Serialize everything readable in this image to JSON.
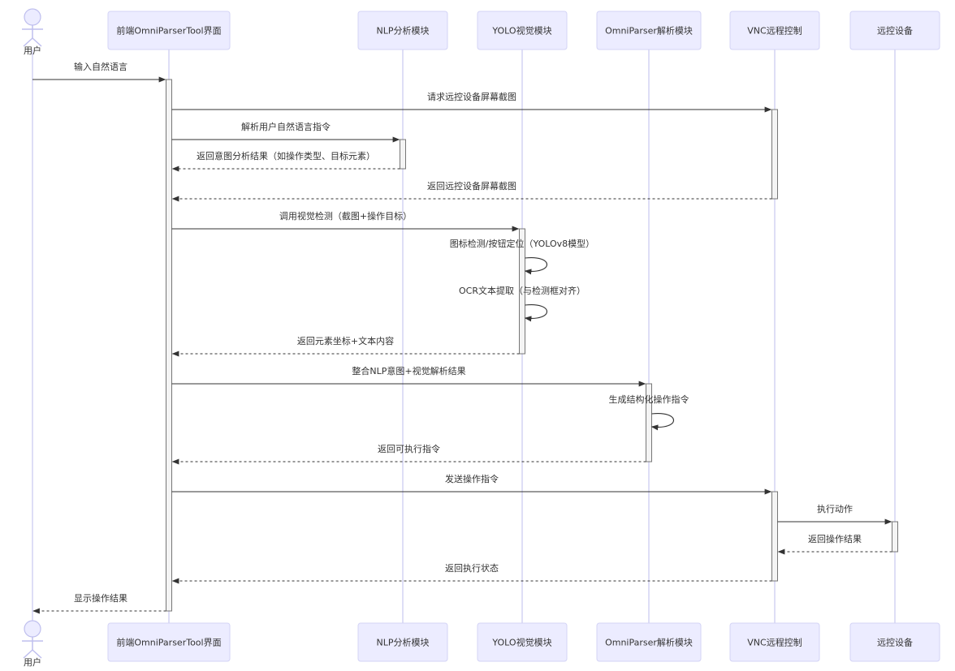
{
  "participants": [
    {
      "id": "user",
      "label": "用户",
      "kind": "actor"
    },
    {
      "id": "frontend",
      "label": "前端OmniParserTool界面",
      "kind": "box"
    },
    {
      "id": "nlp",
      "label": "NLP分析模块",
      "kind": "box"
    },
    {
      "id": "yolo",
      "label": "YOLO视觉模块",
      "kind": "box"
    },
    {
      "id": "omni",
      "label": "OmniParser解析模块",
      "kind": "box"
    },
    {
      "id": "vnc",
      "label": "VNC远程控制",
      "kind": "box"
    },
    {
      "id": "device",
      "label": "远控设备",
      "kind": "box"
    }
  ],
  "messages": [
    {
      "from": "user",
      "to": "frontend",
      "text": "输入自然语言",
      "style": "solid"
    },
    {
      "from": "frontend",
      "to": "vnc",
      "text": "请求远控设备屏幕截图",
      "style": "solid"
    },
    {
      "from": "frontend",
      "to": "nlp",
      "text": "解析用户自然语言指令",
      "style": "solid"
    },
    {
      "from": "nlp",
      "to": "frontend",
      "text": "返回意图分析结果（如操作类型、目标元素）",
      "style": "dashed"
    },
    {
      "from": "vnc",
      "to": "frontend",
      "text": "返回远控设备屏幕截图",
      "style": "dashed"
    },
    {
      "from": "frontend",
      "to": "yolo",
      "text": "调用视觉检测（截图+操作目标）",
      "style": "solid"
    },
    {
      "from": "yolo",
      "to": "yolo",
      "text": "图标检测/按钮定位（YOLOv8模型）",
      "style": "solid"
    },
    {
      "from": "yolo",
      "to": "yolo",
      "text": "OCR文本提取（与检测框对齐）",
      "style": "solid"
    },
    {
      "from": "yolo",
      "to": "frontend",
      "text": "返回元素坐标+文本内容",
      "style": "dashed"
    },
    {
      "from": "frontend",
      "to": "omni",
      "text": "整合NLP意图+视觉解析结果",
      "style": "solid"
    },
    {
      "from": "omni",
      "to": "omni",
      "text": "生成结构化操作指令",
      "style": "solid"
    },
    {
      "from": "omni",
      "to": "frontend",
      "text": "返回可执行指令",
      "style": "dashed"
    },
    {
      "from": "frontend",
      "to": "vnc",
      "text": "发送操作指令",
      "style": "solid"
    },
    {
      "from": "vnc",
      "to": "device",
      "text": "执行动作",
      "style": "solid"
    },
    {
      "from": "device",
      "to": "vnc",
      "text": "返回操作结果",
      "style": "dashed"
    },
    {
      "from": "vnc",
      "to": "frontend",
      "text": "返回执行状态",
      "style": "dashed"
    },
    {
      "from": "frontend",
      "to": "user",
      "text": "显示操作结果",
      "style": "dashed"
    }
  ],
  "activations": [
    {
      "participant": "frontend",
      "from_message": 0,
      "to_message": 16
    },
    {
      "participant": "vnc",
      "from_message": 1,
      "to_message": 4
    },
    {
      "participant": "nlp",
      "from_message": 2,
      "to_message": 3
    },
    {
      "participant": "yolo",
      "from_message": 5,
      "to_message": 8
    },
    {
      "participant": "omni",
      "from_message": 9,
      "to_message": 11
    },
    {
      "participant": "vnc",
      "from_message": 12,
      "to_message": 15
    },
    {
      "participant": "device",
      "from_message": 13,
      "to_message": 14
    }
  ]
}
